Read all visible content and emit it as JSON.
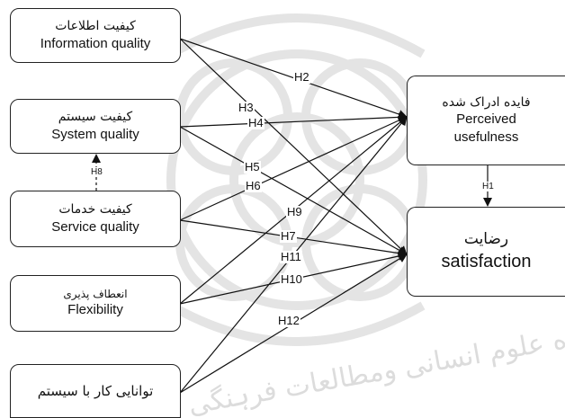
{
  "constructs": {
    "info": {
      "fa": "کیفیت اطلاعات",
      "en": "Information quality"
    },
    "system": {
      "fa": "کیفیت سیستم",
      "en": "System quality"
    },
    "service": {
      "fa": "کیفیت خدمات",
      "en": "Service quality"
    },
    "flex": {
      "fa": "انعطاف پذیری",
      "en": "Flexibility"
    },
    "ability": {
      "fa": "توانایی کار با سیستم"
    },
    "pu": {
      "fa": "فایده ادراک شده",
      "en1": "Perceived",
      "en2": "usefulness"
    },
    "sat": {
      "fa": "رضایت",
      "en": "satisfaction"
    }
  },
  "hypotheses": {
    "h1": "H1",
    "h2": "H2",
    "h3": "H3",
    "h4": "H4",
    "h5": "H5",
    "h6": "H6",
    "h7": "H7",
    "h8": "H8",
    "h9": "H9",
    "h10": "H10",
    "h11": "H11",
    "h12": "H12"
  },
  "watermark": {
    "text": "ژوہشگاه علوم انسانی ومطالعات فرہنگی"
  }
}
